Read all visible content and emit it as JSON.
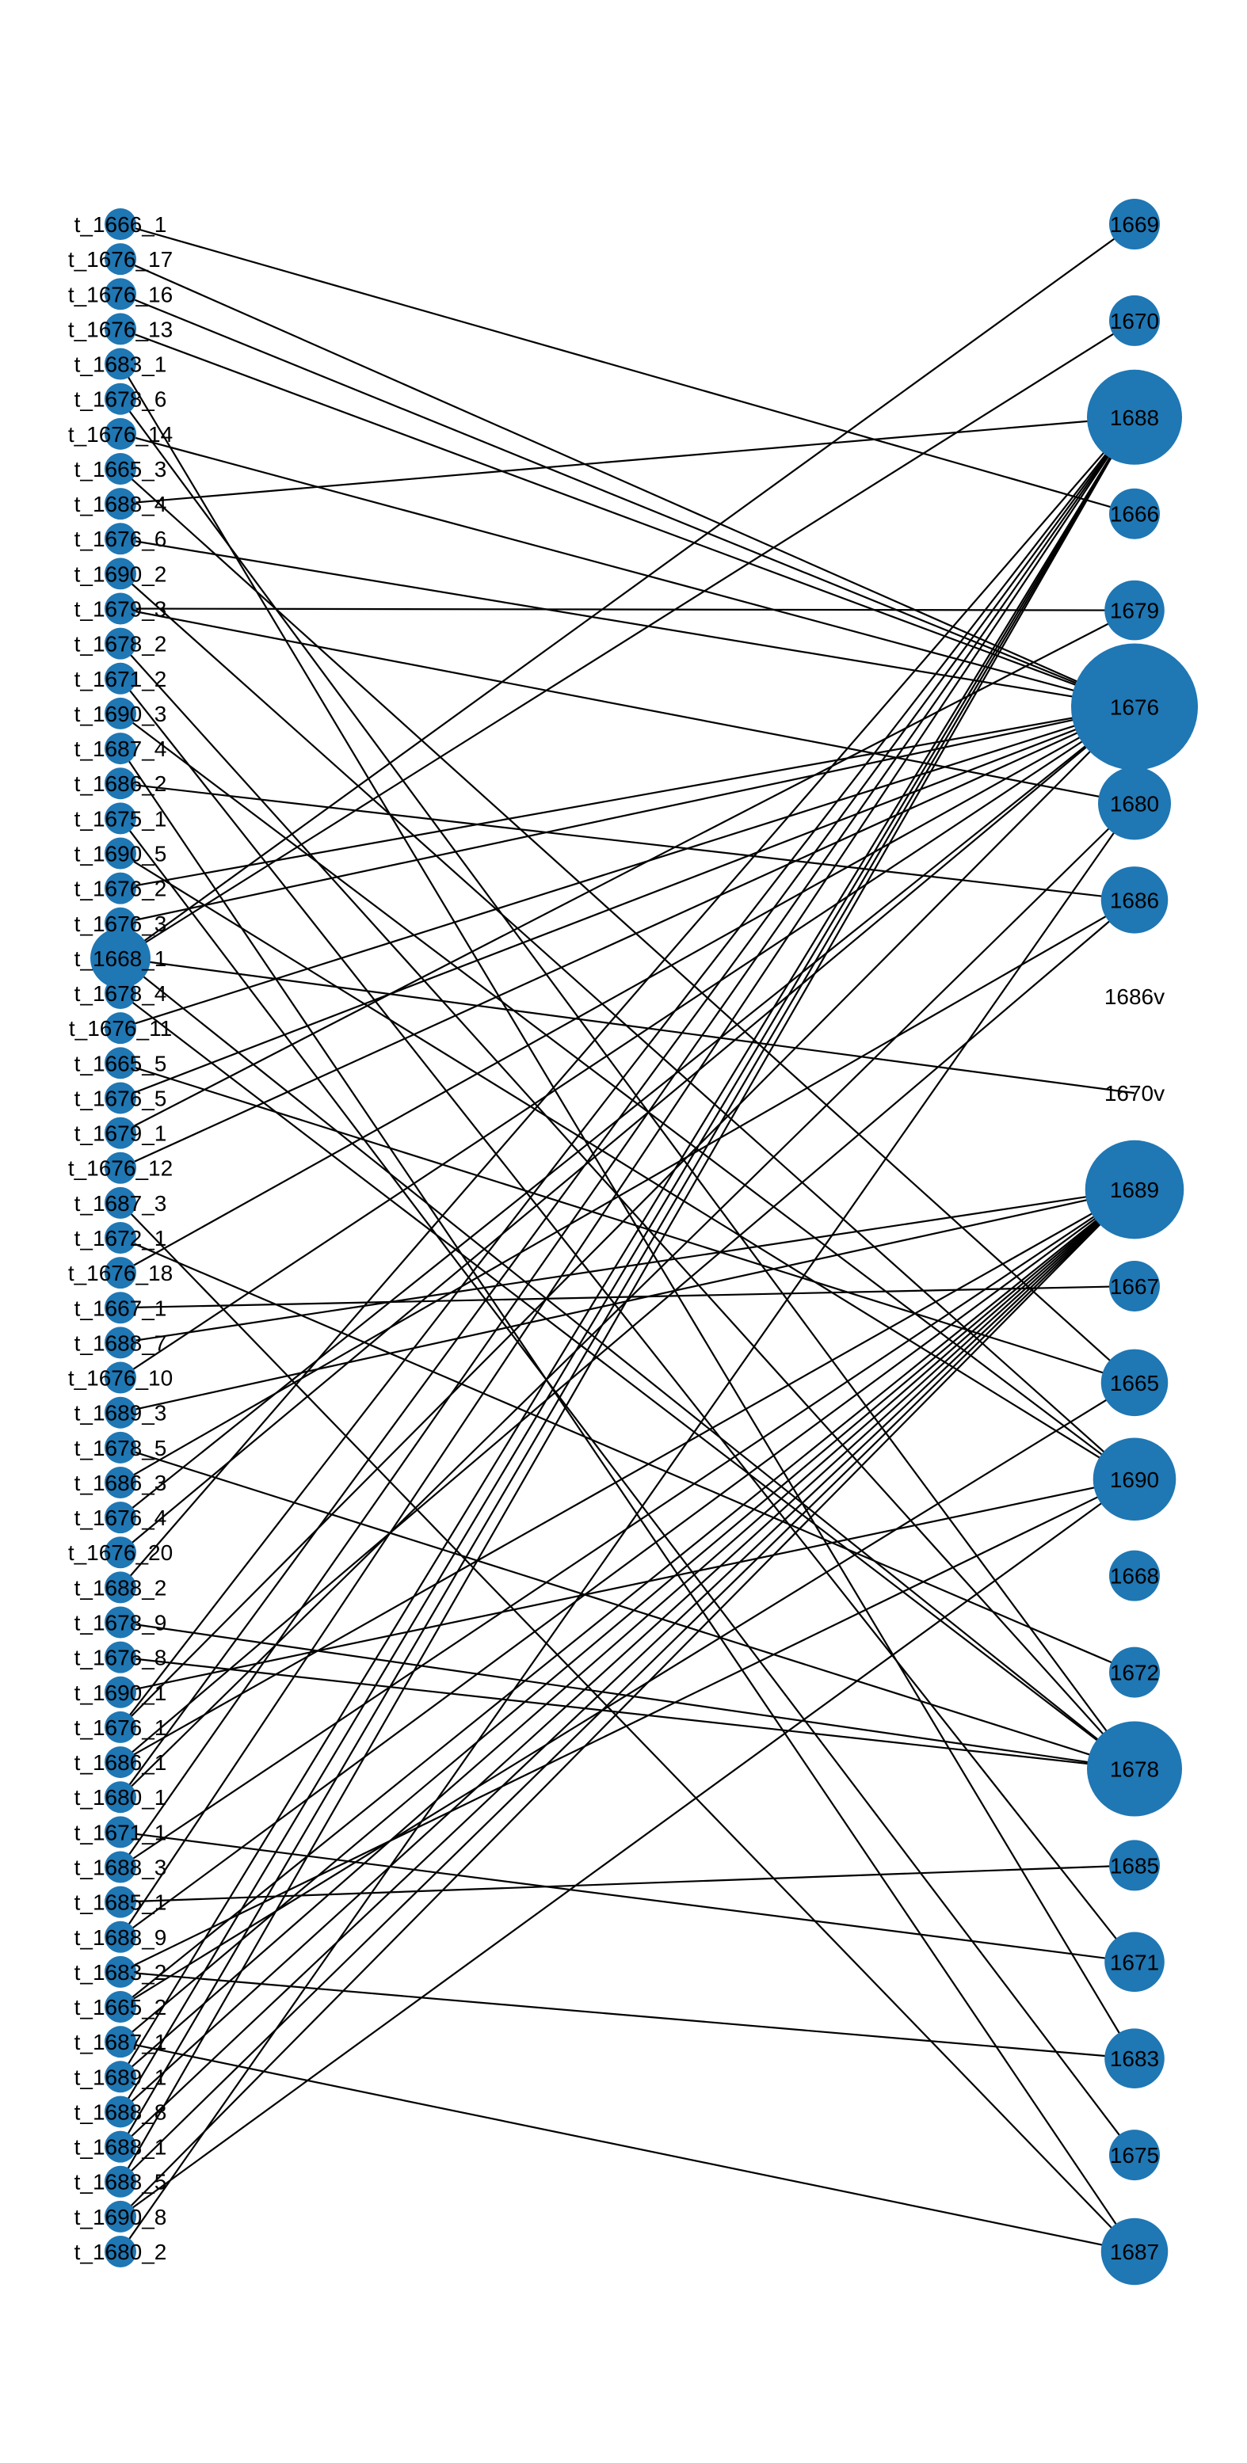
{
  "graph": {
    "node_color": "#1f77b4",
    "edge_color": "#000000",
    "left_nodes": [
      {
        "id": "t_1666_1",
        "label": "t_1666_1"
      },
      {
        "id": "t_1676_17",
        "label": "t_1676_17"
      },
      {
        "id": "t_1676_16",
        "label": "t_1676_16"
      },
      {
        "id": "t_1676_13",
        "label": "t_1676_13"
      },
      {
        "id": "t_1683_1",
        "label": "t_1683_1"
      },
      {
        "id": "t_1678_6",
        "label": "t_1678_6"
      },
      {
        "id": "t_1676_14",
        "label": "t_1676_14"
      },
      {
        "id": "t_1665_3",
        "label": "t_1665_3"
      },
      {
        "id": "t_1688_4",
        "label": "t_1688_4"
      },
      {
        "id": "t_1676_6",
        "label": "t_1676_6"
      },
      {
        "id": "t_1690_2",
        "label": "t_1690_2"
      },
      {
        "id": "t_1679_3",
        "label": "t_1679_3"
      },
      {
        "id": "t_1678_2",
        "label": "t_1678_2"
      },
      {
        "id": "t_1671_2",
        "label": "t_1671_2"
      },
      {
        "id": "t_1690_3",
        "label": "t_1690_3"
      },
      {
        "id": "t_1687_4",
        "label": "t_1687_4"
      },
      {
        "id": "t_1686_2",
        "label": "t_1686_2"
      },
      {
        "id": "t_1675_1",
        "label": "t_1675_1"
      },
      {
        "id": "t_1690_5",
        "label": "t_1690_5"
      },
      {
        "id": "t_1676_2",
        "label": "t_1676_2"
      },
      {
        "id": "t_1676_3",
        "label": "t_1676_3"
      },
      {
        "id": "t_1668_1",
        "label": "t_1668_1",
        "big": true
      },
      {
        "id": "t_1678_4",
        "label": "t_1678_4"
      },
      {
        "id": "t_1676_11",
        "label": "t_1676_11"
      },
      {
        "id": "t_1665_5",
        "label": "t_1665_5"
      },
      {
        "id": "t_1676_5",
        "label": "t_1676_5"
      },
      {
        "id": "t_1679_1",
        "label": "t_1679_1"
      },
      {
        "id": "t_1676_12",
        "label": "t_1676_12"
      },
      {
        "id": "t_1687_3",
        "label": "t_1687_3"
      },
      {
        "id": "t_1672_1",
        "label": "t_1672_1"
      },
      {
        "id": "t_1676_18",
        "label": "t_1676_18"
      },
      {
        "id": "t_1667_1",
        "label": "t_1667_1"
      },
      {
        "id": "t_1688_7",
        "label": "t_1688_7"
      },
      {
        "id": "t_1676_10",
        "label": "t_1676_10"
      },
      {
        "id": "t_1689_3",
        "label": "t_1689_3"
      },
      {
        "id": "t_1678_5",
        "label": "t_1678_5"
      },
      {
        "id": "t_1686_3",
        "label": "t_1686_3"
      },
      {
        "id": "t_1676_4",
        "label": "t_1676_4"
      },
      {
        "id": "t_1676_20",
        "label": "t_1676_20"
      },
      {
        "id": "t_1688_2",
        "label": "t_1688_2"
      },
      {
        "id": "t_1678_9",
        "label": "t_1678_9"
      },
      {
        "id": "t_1676_8",
        "label": "t_1676_8"
      },
      {
        "id": "t_1690_1",
        "label": "t_1690_1"
      },
      {
        "id": "t_1676_1",
        "label": "t_1676_1"
      },
      {
        "id": "t_1686_1",
        "label": "t_1686_1"
      },
      {
        "id": "t_1680_1",
        "label": "t_1680_1"
      },
      {
        "id": "t_1671_1",
        "label": "t_1671_1"
      },
      {
        "id": "t_1688_3",
        "label": "t_1688_3"
      },
      {
        "id": "t_1685_1",
        "label": "t_1685_1"
      },
      {
        "id": "t_1688_9",
        "label": "t_1688_9"
      },
      {
        "id": "t_1683_2",
        "label": "t_1683_2"
      },
      {
        "id": "t_1665_2",
        "label": "t_1665_2"
      },
      {
        "id": "t_1687_1",
        "label": "t_1687_1"
      },
      {
        "id": "t_1689_1",
        "label": "t_1689_1"
      },
      {
        "id": "t_1688_8",
        "label": "t_1688_8"
      },
      {
        "id": "t_1688_1",
        "label": "t_1688_1"
      },
      {
        "id": "t_1688_5",
        "label": "t_1688_5"
      },
      {
        "id": "t_1690_8",
        "label": "t_1690_8"
      },
      {
        "id": "t_1680_2",
        "label": "t_1680_2"
      }
    ],
    "right_nodes": [
      {
        "id": "1669",
        "label": "1669",
        "degree": 1
      },
      {
        "id": "1670",
        "label": "1670",
        "degree": 1
      },
      {
        "id": "1688",
        "label": "1688",
        "degree": 9
      },
      {
        "id": "1666",
        "label": "1666",
        "degree": 1
      },
      {
        "id": "1679",
        "label": "1679",
        "degree": 2
      },
      {
        "id": "1676",
        "label": "1676",
        "degree": 20
      },
      {
        "id": "1680",
        "label": "1680",
        "degree": 4
      },
      {
        "id": "1686",
        "label": "1686",
        "degree": 3
      },
      {
        "id": "1686v",
        "label": "1686v",
        "degree": 0
      },
      {
        "id": "1670v",
        "label": "1670v",
        "degree": 0
      },
      {
        "id": "1689",
        "label": "1689",
        "degree": 10
      },
      {
        "id": "1667",
        "label": "1667",
        "degree": 1
      },
      {
        "id": "1665",
        "label": "1665",
        "degree": 3
      },
      {
        "id": "1690",
        "label": "1690",
        "degree": 6
      },
      {
        "id": "1668",
        "label": "1668",
        "degree": 1
      },
      {
        "id": "1672",
        "label": "1672",
        "degree": 1
      },
      {
        "id": "1678",
        "label": "1678",
        "degree": 9
      },
      {
        "id": "1685",
        "label": "1685",
        "degree": 1
      },
      {
        "id": "1671",
        "label": "1671",
        "degree": 2
      },
      {
        "id": "1683",
        "label": "1683",
        "degree": 2
      },
      {
        "id": "1675",
        "label": "1675",
        "degree": 1
      },
      {
        "id": "1687",
        "label": "1687",
        "degree": 3
      }
    ],
    "edges": [
      [
        "t_1666_1",
        "1666"
      ],
      [
        "t_1676_17",
        "1676"
      ],
      [
        "t_1676_16",
        "1676"
      ],
      [
        "t_1676_13",
        "1676"
      ],
      [
        "t_1676_14",
        "1676"
      ],
      [
        "t_1676_6",
        "1676"
      ],
      [
        "t_1688_4",
        "1688"
      ],
      [
        "t_1679_3",
        "1679"
      ],
      [
        "t_1679_3",
        "1680"
      ],
      [
        "t_1686_2",
        "1686"
      ],
      [
        "t_1676_2",
        "1676"
      ],
      [
        "t_1676_3",
        "1676"
      ],
      [
        "t_1668_1",
        "1669"
      ],
      [
        "t_1668_1",
        "1670"
      ],
      [
        "t_1668_1",
        "1670v"
      ],
      [
        "t_1676_11",
        "1676"
      ],
      [
        "t_1676_5",
        "1676"
      ],
      [
        "t_1679_1",
        "1679"
      ],
      [
        "t_1676_12",
        "1676"
      ],
      [
        "t_1672_1",
        "1672"
      ],
      [
        "t_1676_18",
        "1676"
      ],
      [
        "t_1667_1",
        "1667"
      ],
      [
        "t_1688_7",
        "1689"
      ],
      [
        "t_1676_10",
        "1676"
      ],
      [
        "t_1689_3",
        "1689"
      ],
      [
        "t_1678_5",
        "1678"
      ],
      [
        "t_1686_3",
        "1686"
      ],
      [
        "t_1676_4",
        "1676"
      ],
      [
        "t_1676_20",
        "1676"
      ],
      [
        "t_1688_2",
        "1688"
      ],
      [
        "t_1678_9",
        "1678"
      ],
      [
        "t_1676_8",
        "1678"
      ],
      [
        "t_1690_1",
        "1690"
      ],
      [
        "t_1676_1",
        "1676"
      ],
      [
        "t_1686_1",
        "1686"
      ],
      [
        "t_1680_1",
        "1680"
      ],
      [
        "t_1671_1",
        "1671"
      ],
      [
        "t_1688_3",
        "1688"
      ],
      [
        "t_1685_1",
        "1685"
      ],
      [
        "t_1688_9",
        "1688"
      ],
      [
        "t_1683_2",
        "1683"
      ],
      [
        "t_1665_2",
        "1665"
      ],
      [
        "t_1687_1",
        "1687"
      ],
      [
        "t_1689_1",
        "1689"
      ],
      [
        "t_1688_8",
        "1688"
      ],
      [
        "t_1688_1",
        "1688"
      ],
      [
        "t_1688_5",
        "1688"
      ],
      [
        "t_1690_8",
        "1690"
      ],
      [
        "t_1665_3",
        "1665"
      ],
      [
        "t_1690_2",
        "1690"
      ],
      [
        "t_1678_2",
        "1678"
      ],
      [
        "t_1671_2",
        "1671"
      ],
      [
        "t_1690_3",
        "1690"
      ],
      [
        "t_1687_4",
        "1687"
      ],
      [
        "t_1675_1",
        "1675"
      ],
      [
        "t_1690_5",
        "1690"
      ],
      [
        "t_1678_4",
        "1678"
      ],
      [
        "t_1665_5",
        "1665"
      ],
      [
        "t_1687_3",
        "1687"
      ],
      [
        "t_1683_1",
        "1683"
      ],
      [
        "t_1678_6",
        "1678"
      ],
      [
        "t_1676_1",
        "1688"
      ],
      [
        "t_1686_1",
        "1689"
      ],
      [
        "t_1688_3",
        "1689"
      ],
      [
        "t_1688_9",
        "1689"
      ],
      [
        "t_1689_1",
        "1688"
      ],
      [
        "t_1688_8",
        "1689"
      ],
      [
        "t_1688_1",
        "1689"
      ],
      [
        "t_1688_5",
        "1689"
      ],
      [
        "t_1680_1",
        "1688"
      ],
      [
        "t_1690_8",
        "1689"
      ],
      [
        "t_1683_2",
        "1690"
      ],
      [
        "t_1665_2",
        "1689"
      ],
      [
        "t_1687_1",
        "1689"
      ],
      [
        "t_1680_2",
        "1680"
      ],
      [
        "t_1668_1",
        "1678"
      ]
    ]
  }
}
